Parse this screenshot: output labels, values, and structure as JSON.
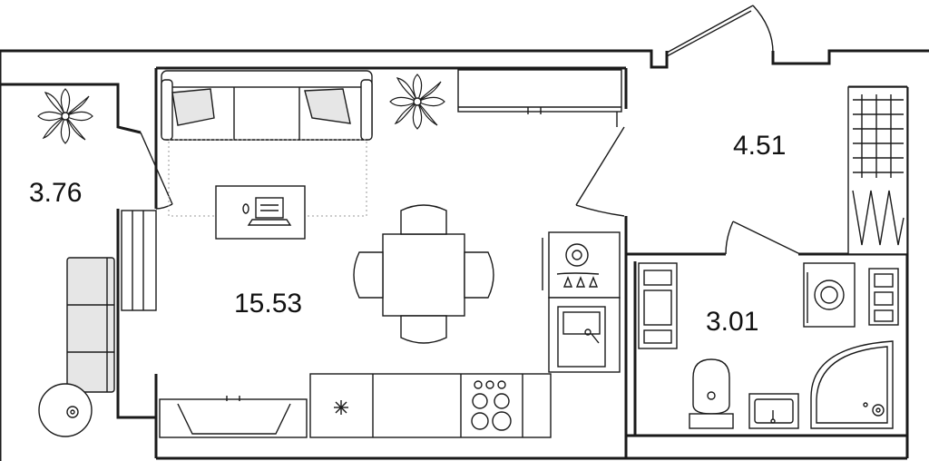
{
  "plan": {
    "rooms": [
      {
        "id": "balcony",
        "area_label": "3.76"
      },
      {
        "id": "living",
        "area_label": "15.53"
      },
      {
        "id": "hallway",
        "area_label": "4.51"
      },
      {
        "id": "bathroom",
        "area_label": "3.01"
      }
    ]
  }
}
